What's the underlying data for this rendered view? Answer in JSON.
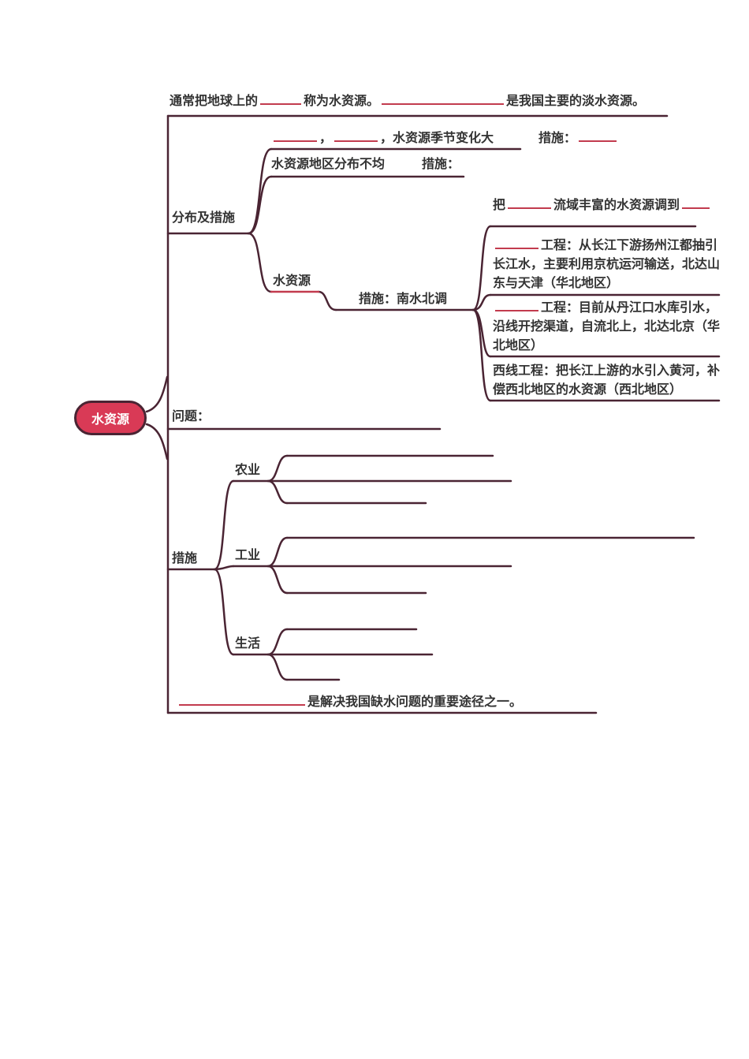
{
  "colors": {
    "branch_line": "#4a2433",
    "blank_line": "#c23b4e",
    "root_fill": "#d93a56",
    "root_border": "#4a2433",
    "text": "#333333"
  },
  "root": {
    "label": "水资源"
  },
  "top_note": {
    "p1": "通常把地球上的",
    "p2": "称为水资源。",
    "p3": "是我国主要的淡水资源。"
  },
  "distribution": {
    "label": "分布及措施",
    "seasonal": {
      "comma": "，",
      "text": "，水资源季节变化大",
      "measure": "措施："
    },
    "regional": {
      "text": "水资源地区分布不均",
      "measure": "措施："
    },
    "water": {
      "label": "水资源",
      "measure": "措施：南水北调"
    },
    "transfer": {
      "p1": "把",
      "p2": "流域丰富的水资源调到"
    },
    "routes": {
      "east": "工程：从长江下游扬州江都抽引长江水，主要利用京杭运河输送，北达山东与天津（华北地区）",
      "middle": "工程：目前从丹江口水库引水，沿线开挖渠道，自流北上，北达北京（华北地区）",
      "west": "西线工程：把长江上游的水引入黄河，补偿西北地区的水资源（西北地区）"
    }
  },
  "problem": {
    "label": "问题："
  },
  "measures": {
    "label": "措施",
    "agriculture": "农业",
    "industry": "工业",
    "life": "生活"
  },
  "bottom_note": {
    "text": "是解决我国缺水问题的重要途径之一。"
  }
}
